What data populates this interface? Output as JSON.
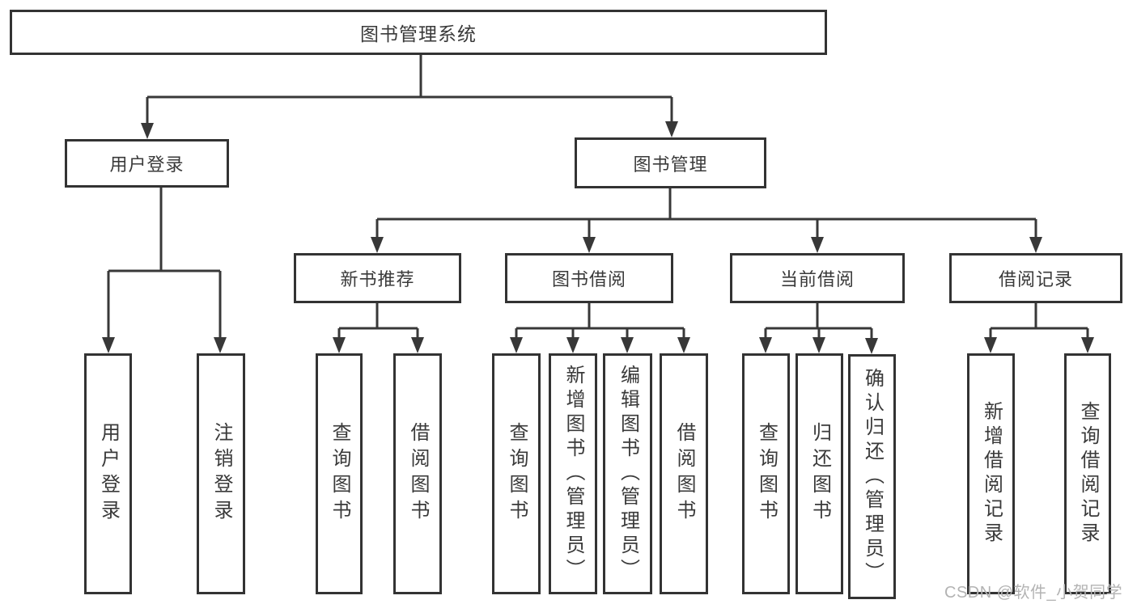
{
  "colors": {
    "line": "#383838",
    "box_border": "#333333",
    "text": "#3a3a3a",
    "watermark": "#b3b3b3",
    "background": "#ffffff"
  },
  "watermark": "CSDN @软件_小贺同学",
  "tree": {
    "root": {
      "label": "图书管理系统"
    },
    "user_login": {
      "label": "用户登录"
    },
    "book_mgmt": {
      "label": "图书管理"
    },
    "new_book_rec": {
      "label": "新书推荐"
    },
    "book_borrow": {
      "label": "图书借阅"
    },
    "current_borrow": {
      "label": "当前借阅"
    },
    "borrow_records": {
      "label": "借阅记录"
    },
    "leaf_user_login": {
      "label": "用户登录"
    },
    "leaf_logout": {
      "label": "注销登录"
    },
    "leaf_rec_query": {
      "label": "查询图书"
    },
    "leaf_rec_borrow": {
      "label": "借阅图书"
    },
    "leaf_bb_query": {
      "label": "查询图书"
    },
    "leaf_bb_add": {
      "label": "新增图书（管理员）"
    },
    "leaf_bb_edit": {
      "label": "编辑图书（管理员）"
    },
    "leaf_bb_borrow": {
      "label": "借阅图书"
    },
    "leaf_cb_query": {
      "label": "查询图书"
    },
    "leaf_cb_return": {
      "label": "归还图书"
    },
    "leaf_cb_confirm": {
      "label": "确认归还（管理员）"
    },
    "leaf_br_add": {
      "label": "新增借阅记录"
    },
    "leaf_br_query": {
      "label": "查询借阅记录"
    }
  }
}
